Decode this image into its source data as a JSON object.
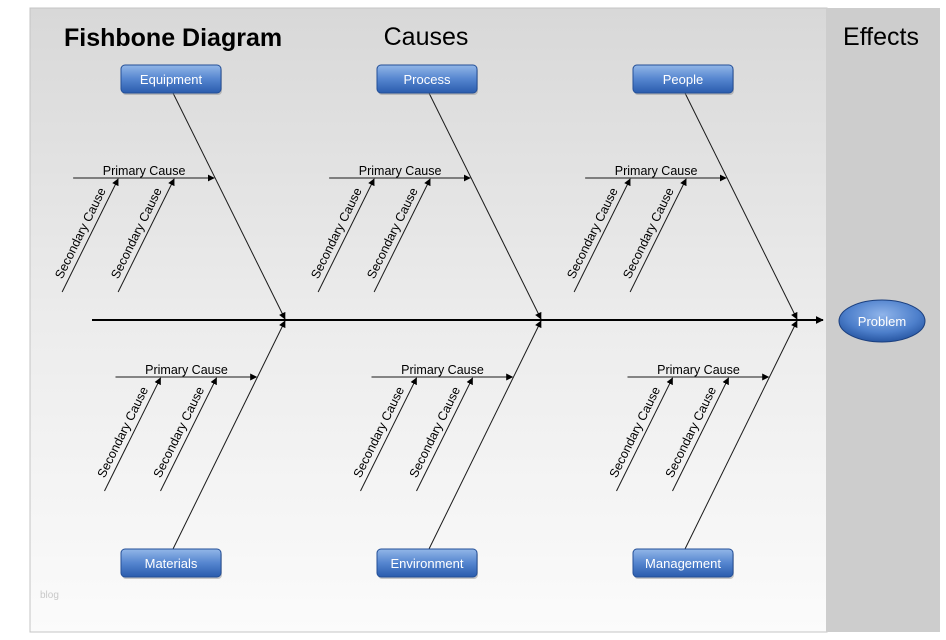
{
  "title": "Fishbone Diagram",
  "causes_heading": "Causes",
  "effects_heading": "Effects",
  "effect": "Problem",
  "categories": [
    {
      "label": "Equipment"
    },
    {
      "label": "Process"
    },
    {
      "label": "People"
    },
    {
      "label": "Materials"
    },
    {
      "label": "Environment"
    },
    {
      "label": "Management"
    }
  ],
  "primary_cause_label": "Primary Cause",
  "secondary_cause_label": "Secondary Cause",
  "watermark": "blog",
  "colors": {
    "category_box_top": "#8eb3e6",
    "category_box_bottom": "#2f63b5",
    "effect_top": "#7fa8e3",
    "effect_bottom": "#24529f",
    "effects_panel": "#cdcdcd"
  }
}
